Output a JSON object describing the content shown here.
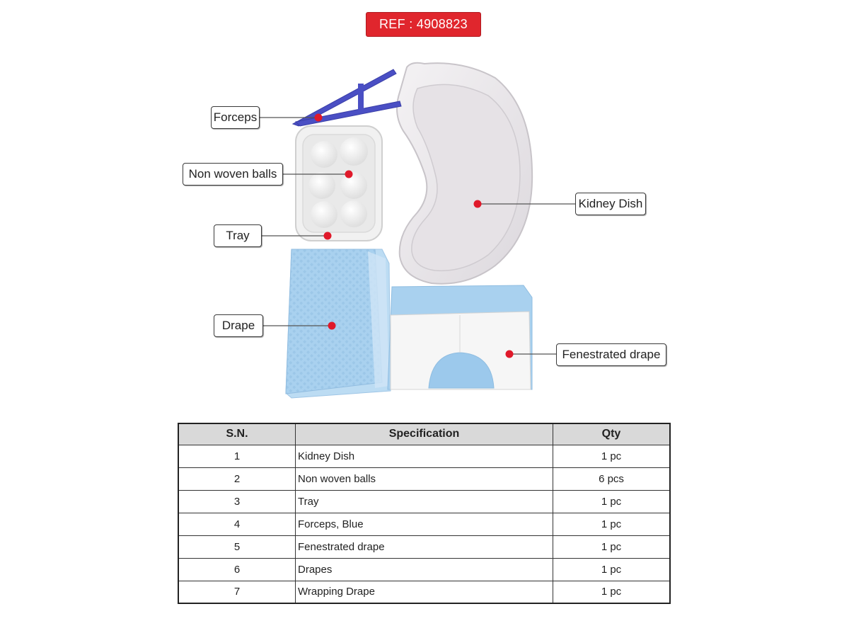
{
  "ref_label": "REF : 4908823",
  "callouts": {
    "forceps": "Forceps",
    "non_woven_balls": "Non woven balls",
    "tray": "Tray",
    "drape": "Drape",
    "kidney_dish": "Kidney Dish",
    "fenestrated_drape": "Fenestrated drape"
  },
  "colors": {
    "badge": "#e0262d",
    "marker": "#e0192a",
    "drape_blue": "#a9d1ef",
    "forceps_blue": "#4a4fc4"
  },
  "table": {
    "headers": [
      "S.N.",
      "Specification",
      "Qty"
    ],
    "rows": [
      {
        "sn": "1",
        "spec": "Kidney Dish",
        "qty": "1 pc"
      },
      {
        "sn": "2",
        "spec": "Non woven balls",
        "qty": "6 pcs"
      },
      {
        "sn": "3",
        "spec": "Tray",
        "qty": "1 pc"
      },
      {
        "sn": "4",
        "spec": "Forceps, Blue",
        "qty": "1 pc"
      },
      {
        "sn": "5",
        "spec": "Fenestrated drape",
        "qty": "1 pc"
      },
      {
        "sn": "6",
        "spec": "Drapes",
        "qty": "1 pc"
      },
      {
        "sn": "7",
        "spec": "Wrapping Drape",
        "qty": "1 pc"
      }
    ]
  }
}
